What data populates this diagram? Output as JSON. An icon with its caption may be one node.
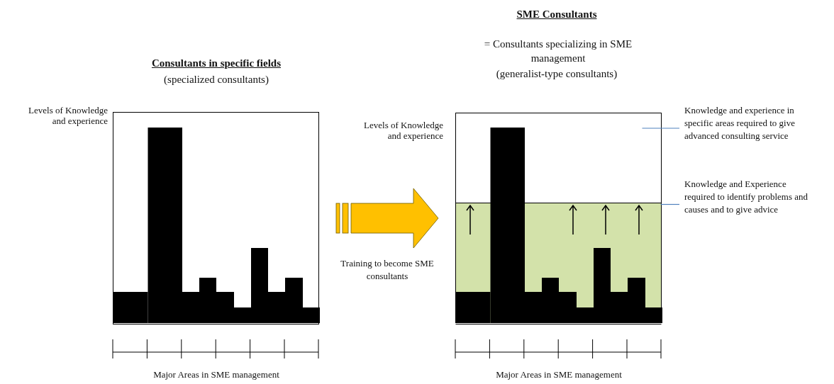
{
  "diagram": {
    "title": "SME Consultants",
    "nodes": [
      {
        "text": [
          "Consultants in specific fields",
          "(specialized consultants)"
        ],
        "beside": [
          "Levels of Knowledge and experience",
          "Major Areas in SME management"
        ]
      },
      {
        "text": [],
        "shape": "box",
        "beside": [
          "Levels of Knowledge and experience",
          "Major Areas in  SME management"
        ]
      },
      {
        "text": [],
        "shape": "box",
        "in": 1
      },
      {
        "text": [],
        "shape": "box",
        "in": 1
      },
      {
        "text": [
          "Knowledge and experience in specific areas required to give advanced consulting service"
        ]
      },
      {
        "text": [
          "Knowledge and Experience required to identify problems and causes and to give advice"
        ]
      }
    ],
    "edges": [
      {
        "from": 0,
        "to": 1,
        "arrow": "to",
        "label": "Training to become SME consultants",
        "style": "thick",
        "color": "#ffc000"
      },
      {
        "from": 4,
        "to": 2,
        "arrow": "none",
        "color": "#4f81bd"
      },
      {
        "from": 5,
        "to": 3,
        "arrow": "none",
        "color": "#4f81bd"
      }
    ],
    "labels": [
      "= Consultants specializing in SME management",
      "(generalist-type consultants)"
    ]
  }
}
